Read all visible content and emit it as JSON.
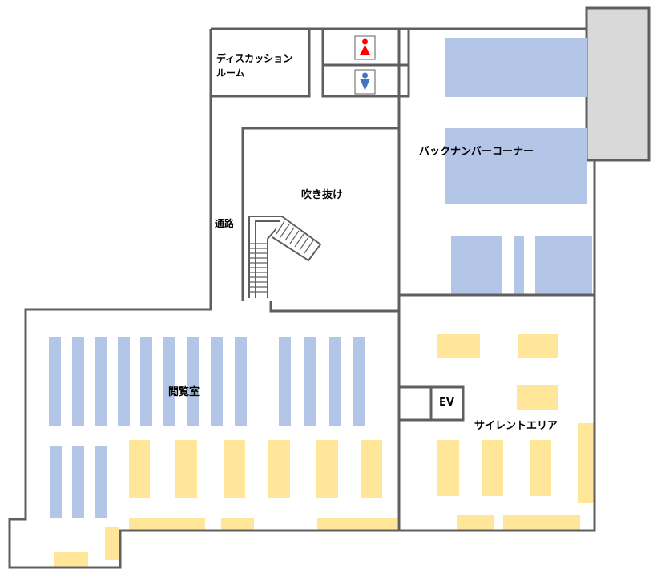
{
  "rooms": {
    "discussion_line1": "ディスカッション",
    "discussion_line2": "ルーム",
    "atrium": "吹き抜け",
    "passage": "通路",
    "backnumber": "バックナンバーコーナー",
    "reading_room": "閲覧室",
    "silent_area": "サイレントエリア",
    "elevator": "EV"
  },
  "restrooms": {
    "women_icon": "female-restroom-icon",
    "men_icon": "male-restroom-icon"
  },
  "colors": {
    "wall": "#5f5f5f",
    "shelf": "#b4c6e7",
    "desk": "#ffe699",
    "external": "#d9d9d9",
    "female": "#ff0000",
    "male": "#4472c4"
  }
}
